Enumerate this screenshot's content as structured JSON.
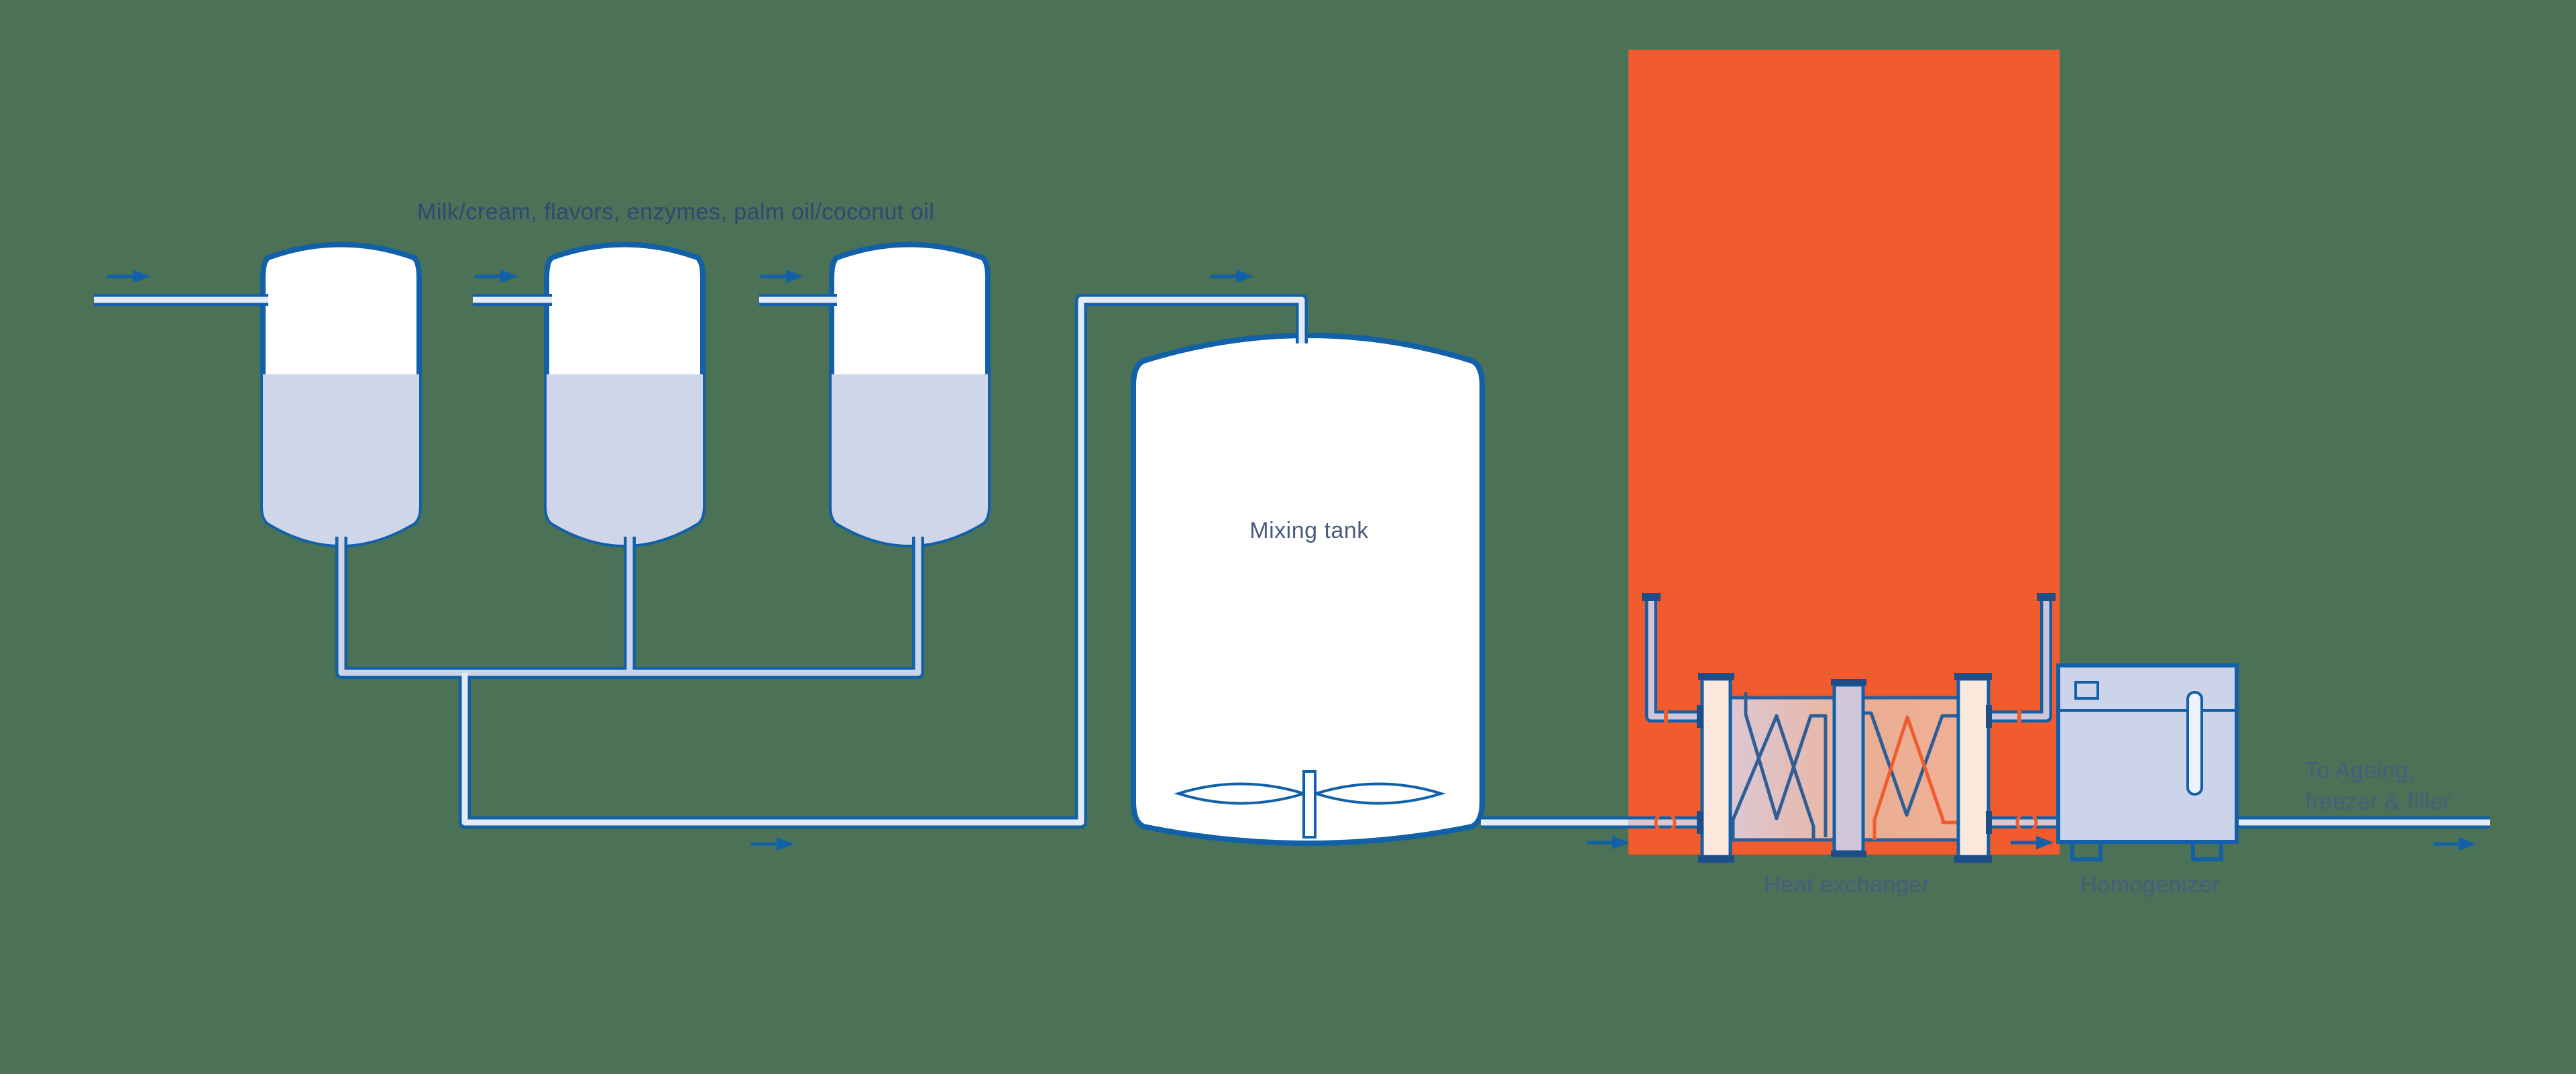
{
  "labels": {
    "ingredients": "Milk/cream, flavors, enzymes, palm oil/coconut oil",
    "mixing_tank": "Mixing tank",
    "heat_exchanger": "Heat exchanger",
    "homogenizer": "Homogenizer",
    "destination_line1": "To Ageing,",
    "destination_line2": "freezer & filler"
  },
  "colors": {
    "bg": "#4B7156",
    "orange": "#F15B2D",
    "stroke-blue": "#1160A8",
    "navy": "#1E4E87",
    "tank-liquid": "#CFD6EA",
    "pipe-light": "#E4EAF6",
    "pipe-lavender": "#CCD4E9",
    "pipe-pink": "#DBC7CE",
    "hex-riser": "#D0C4D6",
    "plate-cream": "#FCE9DC",
    "plate-lavender": "#CFC7DB",
    "homog-fill": "#CCD4EA",
    "slot-fill": "#EEF2FA",
    "zigzag-blue": "#2D5E95",
    "chamber-left-start": "#DCC7D4",
    "chamber-left-end": "#E8B7A3",
    "chamber-right-start": "#E9AE93",
    "chamber-right-end": "#F0B096",
    "text-dark": "#2E4976",
    "text-label": "#4A5B7D"
  }
}
